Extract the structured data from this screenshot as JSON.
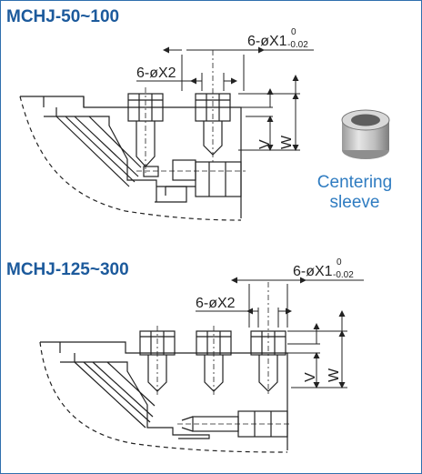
{
  "sections": [
    {
      "title": "MCHJ-50~100",
      "dims": {
        "x1_label": "6-øX1",
        "x1_tol_upper": "0",
        "x1_tol_lower": "-0.02",
        "x2_label": "6-øX2",
        "v_label": "V",
        "w_label": "W"
      }
    },
    {
      "title": "MCHJ-125~300",
      "dims": {
        "x1_label": "6-øX1",
        "x1_tol_upper": "0",
        "x1_tol_lower": "-0.02",
        "x2_label": "6-øX2",
        "v_label": "V",
        "w_label": "W"
      }
    }
  ],
  "sleeve": {
    "caption_line1": "Centering",
    "caption_line2": "sleeve"
  },
  "colors": {
    "title": "#1c5a9c",
    "caption": "#2f7cc1",
    "border": "#2f6fae",
    "line": "#222222"
  }
}
